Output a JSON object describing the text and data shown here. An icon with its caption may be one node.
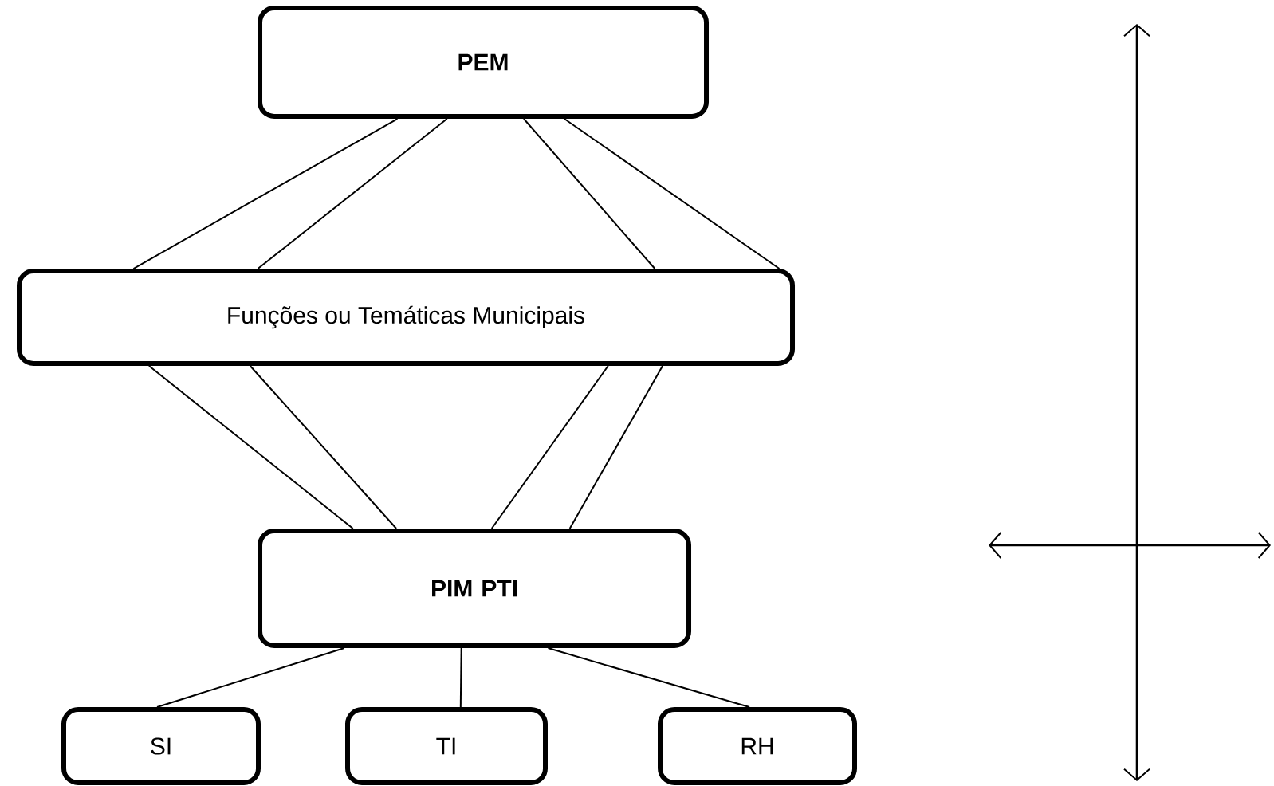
{
  "diagram": {
    "nodes": [
      {
        "text": [
          "PEM"
        ]
      },
      {
        "text": [
          "Funções ou Temáticas Municipais"
        ]
      },
      {
        "text": [
          "PIM PTI"
        ]
      },
      {
        "text": [
          "SI"
        ]
      },
      {
        "text": [
          "TI"
        ]
      },
      {
        "text": [
          "RH"
        ]
      }
    ],
    "edges": [
      {
        "from": 0,
        "to": 1,
        "arrow": "none"
      },
      {
        "from": 0,
        "to": 1,
        "arrow": "none"
      },
      {
        "from": 0,
        "to": 1,
        "arrow": "none"
      },
      {
        "from": 0,
        "to": 1,
        "arrow": "none"
      },
      {
        "from": 1,
        "to": 2,
        "arrow": "none"
      },
      {
        "from": 1,
        "to": 2,
        "arrow": "none"
      },
      {
        "from": 1,
        "to": 2,
        "arrow": "none"
      },
      {
        "from": 1,
        "to": 2,
        "arrow": "none"
      },
      {
        "from": 2,
        "to": 3,
        "arrow": "none"
      },
      {
        "from": 2,
        "to": 4,
        "arrow": "none"
      },
      {
        "from": 2,
        "to": 5,
        "arrow": "none"
      }
    ]
  }
}
